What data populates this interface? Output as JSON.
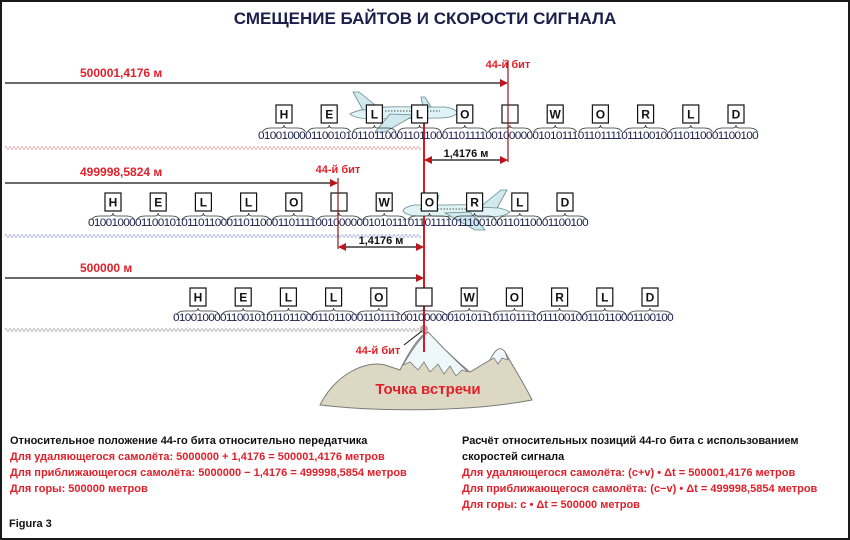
{
  "title": "СМЕЩЕНИЕ БАЙТОВ И СКОРОСТИ СИГНАЛА",
  "colors": {
    "title": "#1b1f4a",
    "accent_red": "#e0202a",
    "marker_dark_red": "#8b1a1a",
    "wave_receding": "#e8b4b4",
    "wave_approaching": "#b8bce8",
    "wave_mountain": "#bdbdbd",
    "mountain_fill": "#ddd8c4",
    "snow_fill": "#eef8fb"
  },
  "message": {
    "letters": [
      "H",
      "E",
      "L",
      "L",
      "O",
      "",
      "W",
      "O",
      "R",
      "L",
      "D"
    ],
    "binary": "0100100001100101011011000110110001101111001000000101011101101111011100100110110001100100"
  },
  "rows": [
    {
      "id": "receding-plane",
      "distance_label": "500001,4176 м",
      "bit_label": "44-й бит",
      "offset_label": "1,4176 м",
      "icon": "airplane-icon"
    },
    {
      "id": "approaching-plane",
      "distance_label": "499998,5824 м",
      "bit_label": "44-й бит",
      "offset_label": "1,4176 м",
      "icon": "airplane-icon"
    },
    {
      "id": "mountain",
      "distance_label": "500000 м",
      "bit_label": "44-й бит",
      "icon": "mountain-icon"
    }
  ],
  "meeting_point_label": "Точка встречи",
  "notes_left": {
    "heading": "Относительное положение 44-го бита относительно передатчика",
    "lines": [
      "Для удаляющегося самолёта: 5000000 + 1,4176 = 500001,4176 метров",
      "Для приближающегося самолёта: 5000000 − 1,4176 = 499998,5854 метров",
      "Для горы: 500000 метров"
    ]
  },
  "notes_right": {
    "heading": "Расчёт относительных позиций 44-го бита с использованием скоростей сигнала",
    "lines": [
      "Для удаляющегося самолёта: (c+v) • Δt = 500001,4176 метров",
      "Для приближающегося самолёта: (c−v) • Δt = 499998,5854 метров",
      "Для горы: c • Δt = 500000 метров"
    ]
  },
  "figure_caption": "Figura 3"
}
